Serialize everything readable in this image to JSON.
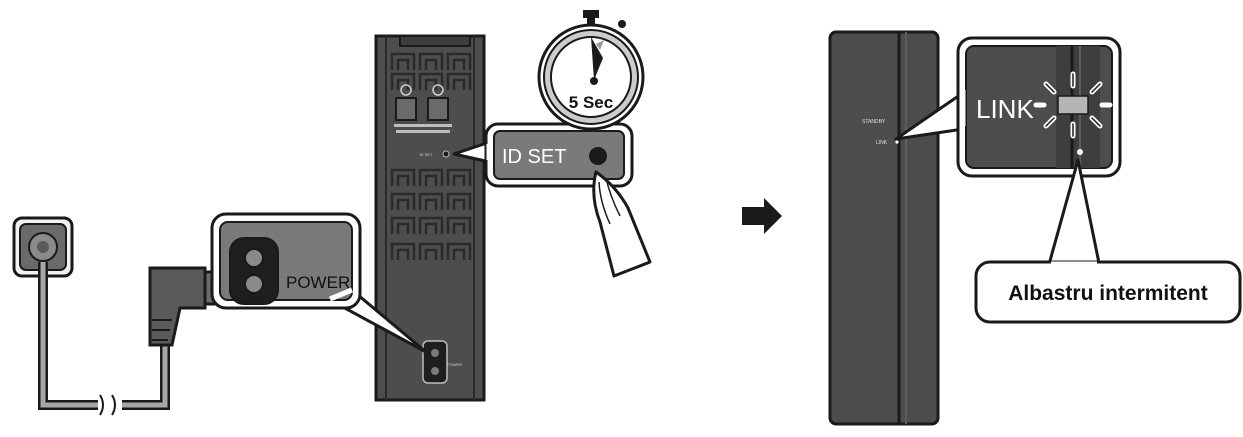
{
  "labels": {
    "power_callout": "POWER",
    "id_set_callout": "ID SET",
    "timer": "5 Sec",
    "link_callout": "LINK",
    "standby_small": "STANDBY",
    "link_small": "LINK",
    "id_set_small": "ID SET",
    "power_small": "POWER",
    "blinking_caption": "Albastru intermitent"
  },
  "colors": {
    "device_dark": "#4d4d4d",
    "callout_fill": "#7a7a7a",
    "outline": "#1a1a1a",
    "cable": "#9a9a9a"
  },
  "icons": {
    "arrow": "arrow-right-icon",
    "timer": "stopwatch-icon",
    "finger": "pointing-finger-icon",
    "outlet": "wall-outlet-icon"
  }
}
